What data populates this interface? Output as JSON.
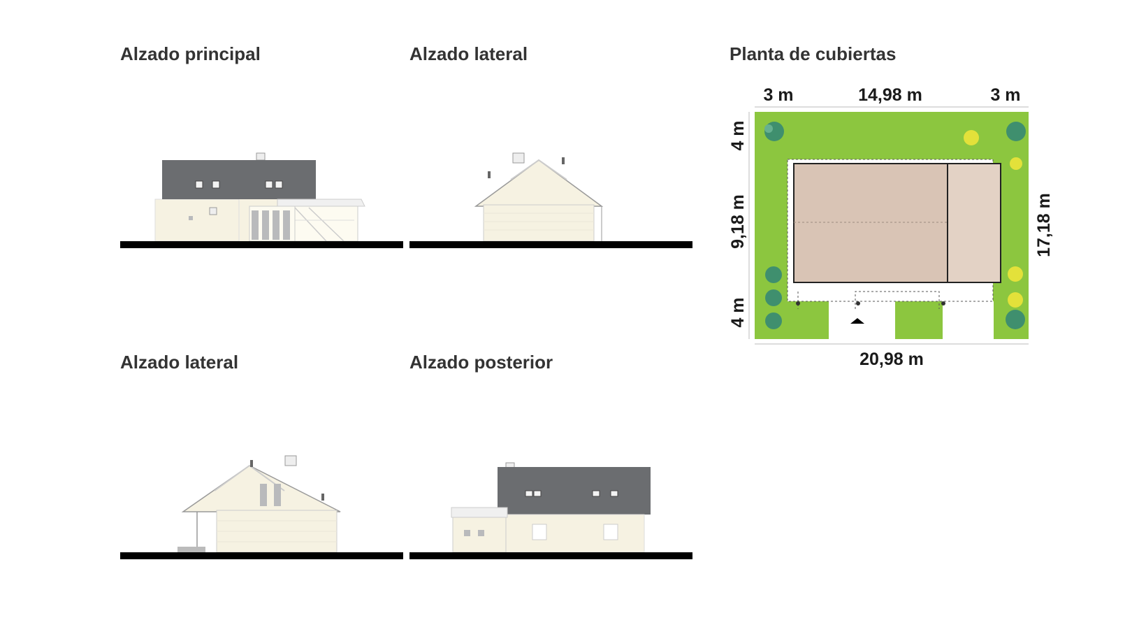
{
  "elevations": {
    "front": {
      "title": "Alzado principal"
    },
    "side_a": {
      "title": "Alzado lateral"
    },
    "side_b": {
      "title": "Alzado lateral"
    },
    "rear": {
      "title": "Alzado posterior"
    }
  },
  "roof_plan": {
    "title": "Planta de cubiertas",
    "dims": {
      "top_left": "3 m",
      "top_mid": "14,98 m",
      "top_right": "3 m",
      "left_top": "4 m",
      "left_mid": "9,18 m",
      "left_bottom": "4 m",
      "right": "17,18 m",
      "bottom": "20,98 m"
    }
  },
  "colors": {
    "title": "#333333",
    "roof": "#6b6d70",
    "wall": "#f6f2e2",
    "ground": "#000000",
    "lawn": "#8cc63f",
    "roof_plan": "#d9c4b5",
    "tree_dark": "#3f8f6e",
    "tree_yellow": "#e3e13a"
  }
}
